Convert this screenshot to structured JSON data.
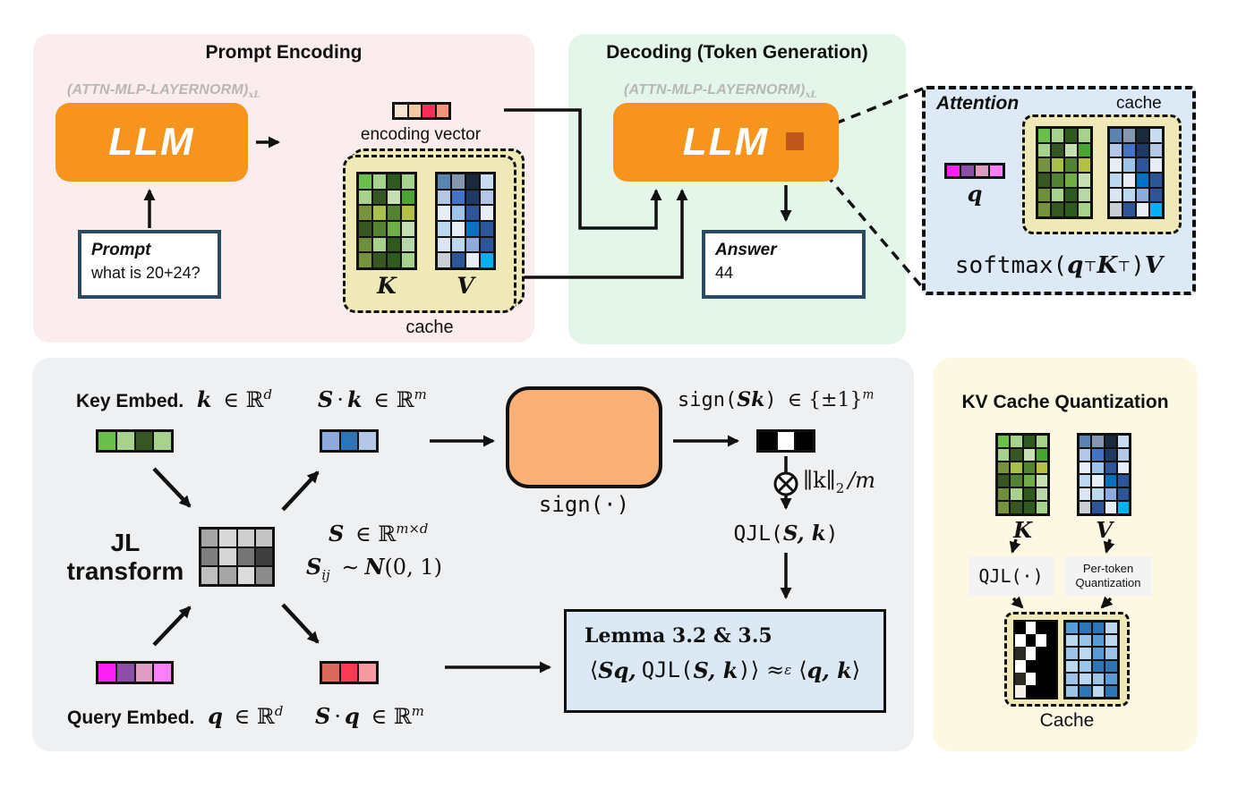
{
  "colors": {
    "llm_orange": "#f7941d",
    "token_square": "#c0571a",
    "sign_orange": "#f9b077",
    "cache_khaki": "#efe8b7",
    "panel_pink": "#fbecee",
    "panel_green": "#e4f6e9",
    "panel_blue": "#dde9f5",
    "panel_gray": "#eff0f2",
    "panel_yellow": "#fcf8e3",
    "lemma_blue": "#dce9f5",
    "box_border_navy": "#2a4a63"
  },
  "prompt_encoding": {
    "title": "Prompt Encoding",
    "layer_label": "(ATTN-MLP-LAYERNORM)",
    "layer_sub": "xL",
    "llm": "LLM",
    "encoding_vector_label": "encoding vector",
    "prompt_title": "Prompt",
    "prompt_text": "what is 20+24?",
    "k_label": "K",
    "v_label": "V",
    "cache_label": "cache"
  },
  "decoding": {
    "title": "Decoding (Token Generation)",
    "layer_label": "(ATTN-MLP-LAYERNORM)",
    "layer_sub": "xL",
    "llm": "LLM",
    "answer_title": "Answer",
    "answer_text": "44"
  },
  "attention": {
    "title": "Attention",
    "cache_label": "cache",
    "q_label": "q",
    "formula": {
      "fn": "softmax(",
      "q": "q",
      "t1": "⊤",
      "K": "K",
      "t2": "⊤",
      "cp": ")",
      "V": "V"
    }
  },
  "jl": {
    "key_label": "Key Embed.",
    "key_var": "k",
    "key_in": "∈ ℝ",
    "key_sup": "d",
    "sk": {
      "S": "S",
      "dot": "·",
      "k": "k",
      "in": "∈ ℝ",
      "sup": "m"
    },
    "jl1": "JL",
    "jl2": "transform",
    "s": {
      "S": "S",
      "in": "∈ ℝ",
      "sup": "m×d"
    },
    "sij": {
      "S": "S",
      "sub": "ij",
      "sim": "∼",
      "n": "N",
      "args": "(0, 1)"
    },
    "sign_label": "sign(·)",
    "signf": {
      "fn": "sign(",
      "args": "Sk",
      "cp": ")",
      "set": "∈ {±1}",
      "sup": "m"
    },
    "scale": {
      "norm": "∥k∥",
      "sub": "2",
      "div": "/m"
    },
    "qjl": {
      "fn": "QJL(",
      "args": "S, k",
      "cp": ")"
    },
    "lemma_title": "Lemma 3.2 & 3.5",
    "lemma": {
      "lo": "⟨",
      "sq": "Sq,",
      "fn": "QJL(",
      "args": "S, k",
      "cp": ")",
      "rc": "⟩",
      "ap": "≈",
      "eps": "ε",
      "lo2": "⟨",
      "qk": "q, k",
      "rc2": "⟩"
    },
    "query_label": "Query Embed.",
    "query_var": "q",
    "query_in": "∈ ℝ",
    "query_sup": "d",
    "sq": {
      "S": "S",
      "dot": "·",
      "q": "q",
      "in": "∈ ℝ",
      "sup": "m"
    }
  },
  "kv_quant": {
    "title": "KV Cache Quantization",
    "k_label": "K",
    "v_label": "V",
    "qjl_box": "QJL(·)",
    "pt1": "Per-token",
    "pt2": "Quantization",
    "cache_label": "Cache"
  },
  "vectors": {
    "encoding": [
      "#f6e3d1",
      "#f3c9a3",
      "#fb2e59",
      "#f4937b"
    ],
    "q": [
      "#fb20f3",
      "#8b4fa8",
      "#dd9dc0",
      "#fc7ef8"
    ],
    "key_embed": [
      "#6abf4b",
      "#a9d18e",
      "#375623",
      "#a9d18e"
    ],
    "sk": [
      "#8faadc",
      "#2e75b6",
      "#b4c7e7"
    ],
    "sq": [
      "#d96a5c",
      "#fb3b55",
      "#f89aa4"
    ],
    "sign": [
      "#000000",
      "#ffffff",
      "#000000"
    ]
  },
  "matrices": {
    "K": [
      [
        "#6abf4b",
        "#a9d18e",
        "#2f5a1f",
        "#a9d18e"
      ],
      [
        "#a9d18e",
        "#375623",
        "#c6e0b4",
        "#4ba534"
      ],
      [
        "#76923c",
        "#a8c04b",
        "#548235",
        "#b3bf45"
      ],
      [
        "#375623",
        "#548235",
        "#70ad47",
        "#c6e0b4"
      ],
      [
        "#6f8f3a",
        "#a9d18e",
        "#2f5a1f",
        "#b9d7a8"
      ],
      [
        "#76923c",
        "#375623",
        "#2f5a1f",
        "#a9d18e"
      ]
    ],
    "V": [
      [
        "#5b84b1",
        "#8496b0",
        "#1b2a3b",
        "#c9ddf0"
      ],
      [
        "#b4c7e7",
        "#4472c4",
        "#1f3864",
        "#b4c7e7"
      ],
      [
        "#e8eef7",
        "#9dc3e6",
        "#2e5597",
        "#e8eef7"
      ],
      [
        "#bdd7ee",
        "#e8eef7",
        "#0070c0",
        "#2e5597"
      ],
      [
        "#dce6f2",
        "#bdd7ee",
        "#8faadc",
        "#2e5597"
      ],
      [
        "#c9cdd4",
        "#2f5597",
        "#e8eef7",
        "#00b0f0"
      ]
    ],
    "S": [
      [
        "#a6a6a6",
        "#d9d9d9",
        "#cfcfcf",
        "#c4c4c4"
      ],
      [
        "#7f7f7f",
        "#d6d6d6",
        "#757575",
        "#3f3f3f"
      ],
      [
        "#bfbfbf",
        "#a6a6a6",
        "#dcdcdc",
        "#8c8c8c"
      ]
    ],
    "K_binary": [
      [
        "#000000",
        "#ffffff",
        "#000000",
        "#000000"
      ],
      [
        "#ffffff",
        "#000000",
        "#ffffff",
        "#000000"
      ],
      [
        "#2b2b23",
        "#ffffff",
        "#000000",
        "#000000"
      ],
      [
        "#ffffff",
        "#000000",
        "#000000",
        "#000000"
      ],
      [
        "#2b2b23",
        "#ffffff",
        "#000000",
        "#000000"
      ],
      [
        "#f5f1e8",
        "#000000",
        "#000000",
        "#000000"
      ]
    ],
    "V_quant": [
      [
        "#5b9bd5",
        "#2e75b6",
        "#2e75b6",
        "#bdd7ee"
      ],
      [
        "#bdd7ee",
        "#9dc3e6",
        "#5b9bd5",
        "#bdd7ee"
      ],
      [
        "#9dc3e6",
        "#bdd7ee",
        "#5b9bd5",
        "#9dc3e6"
      ],
      [
        "#bdd7ee",
        "#9dc3e6",
        "#2e75b6",
        "#2e75b6"
      ],
      [
        "#9dc3e6",
        "#bdd7ee",
        "#9dc3e6",
        "#5b9bd5"
      ],
      [
        "#9dc3e6",
        "#2e75b6",
        "#bdd7ee",
        "#2e75b6"
      ]
    ]
  }
}
